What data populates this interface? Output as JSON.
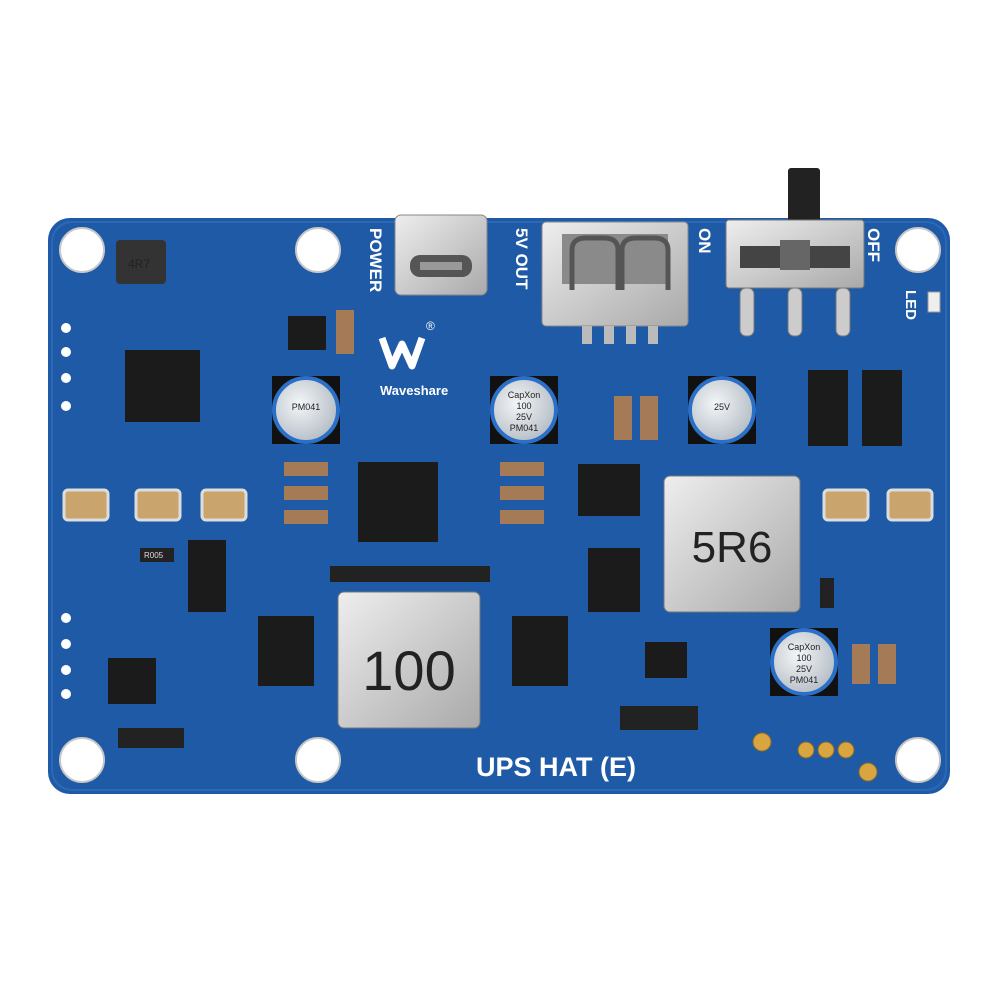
{
  "board": {
    "name": "UPS HAT (E)",
    "brand": "Waveshare",
    "labels": {
      "power": "POWER",
      "five_v_out": "5V OUT",
      "on": "ON",
      "off": "OFF",
      "led": "LED"
    },
    "inductors": {
      "large_left": "100",
      "large_right": "5R6",
      "small_top": "4R7"
    },
    "capacitor_text": [
      "CapXon",
      "100",
      "25V",
      "PM041"
    ],
    "resistor_text": "R005",
    "colors": {
      "pcb": "#1f5aa6",
      "background": "#ffffff",
      "silkscreen": "#ffffff",
      "metal": "#c9c9c9"
    }
  }
}
